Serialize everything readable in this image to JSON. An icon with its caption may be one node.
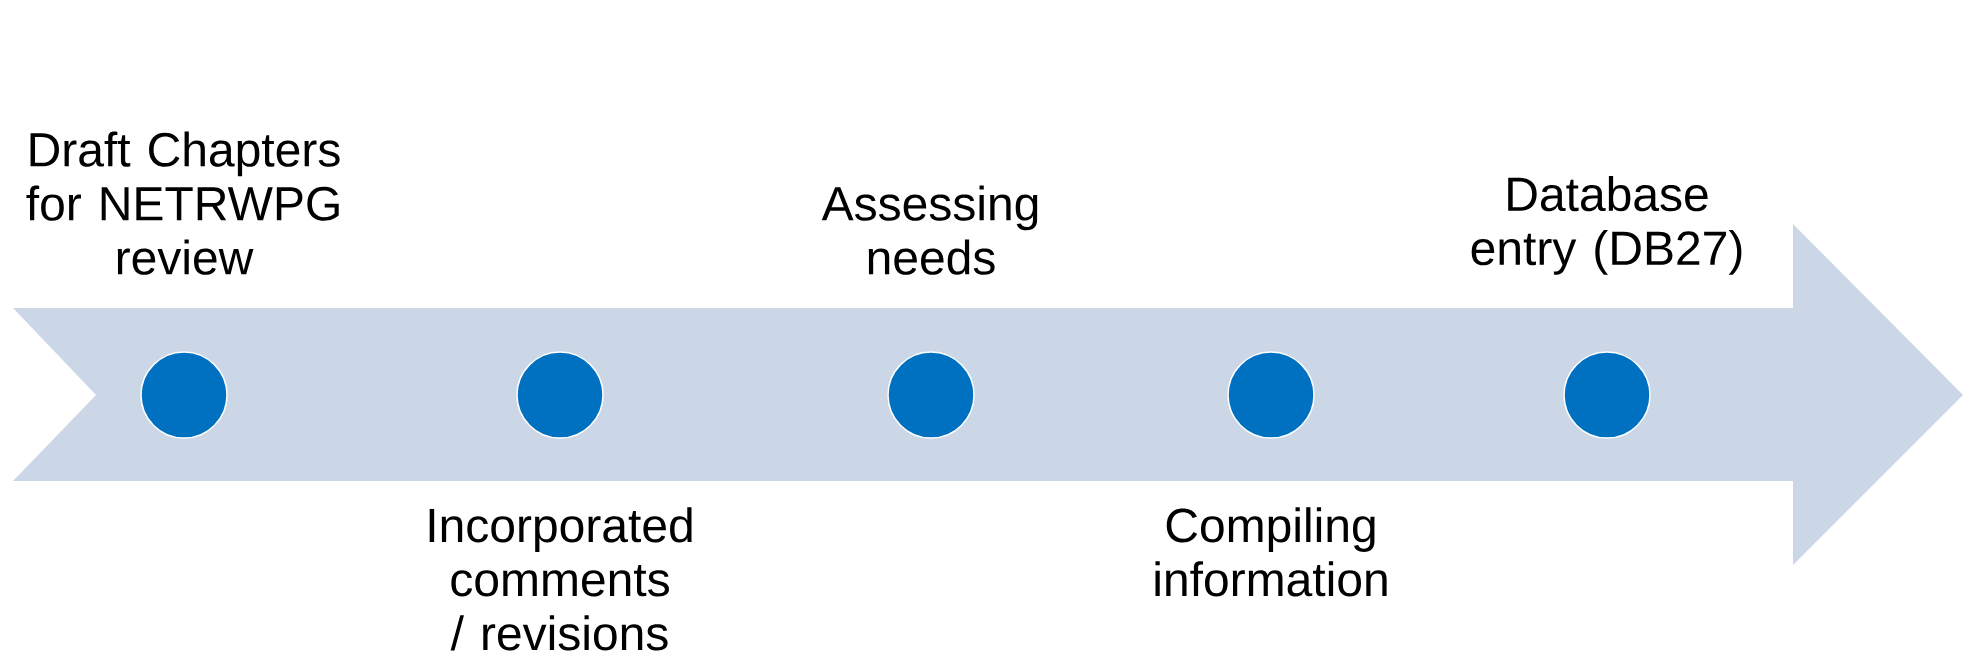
{
  "diagram": {
    "nodes": [
      {
        "text": [],
        "shape": "arrow"
      },
      {
        "text": [],
        "shape": "circle",
        "in": 0,
        "beside": [
          "Draft Chapters for NETRWPG review"
        ]
      },
      {
        "text": [],
        "shape": "circle",
        "in": 0,
        "beside": [
          "Incorporated comments / revisions"
        ]
      },
      {
        "text": [],
        "shape": "circle",
        "in": 0,
        "beside": [
          "Assessing needs"
        ]
      },
      {
        "text": [],
        "shape": "circle",
        "in": 0,
        "beside": [
          "Compiling information"
        ]
      },
      {
        "text": [],
        "shape": "circle",
        "in": 0,
        "beside": [
          "Database entry (DB27)"
        ]
      }
    ]
  }
}
